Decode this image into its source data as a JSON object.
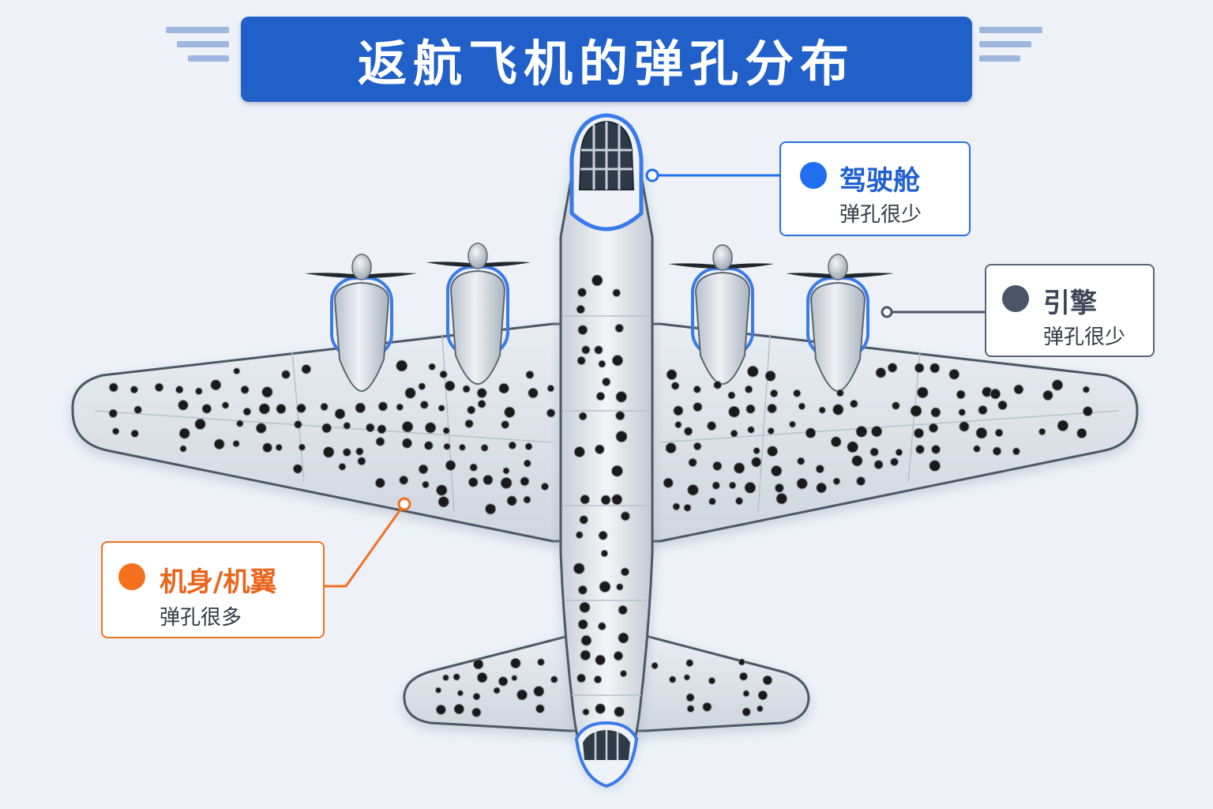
{
  "title": "返航飞机的弹孔分布",
  "callouts": {
    "cockpit": {
      "label": "驾驶舱",
      "note": "弹孔很少",
      "color": "#1f6ff0"
    },
    "engine": {
      "label": "引擎",
      "note": "弹孔很少",
      "color": "#4a5568"
    },
    "body": {
      "label": "机身/机翼",
      "note": "弹孔很多",
      "color": "#f2701e"
    }
  },
  "colors": {
    "banner": "#2160c8",
    "background": "#eef2f8",
    "plane_metal": "#dfe4ea",
    "highlight_outline": "#3a7bea",
    "bullet_hole": "#1a1a1a"
  },
  "icons": [
    "airplane-icon",
    "propeller-icon",
    "bullet-hole-icon"
  ]
}
